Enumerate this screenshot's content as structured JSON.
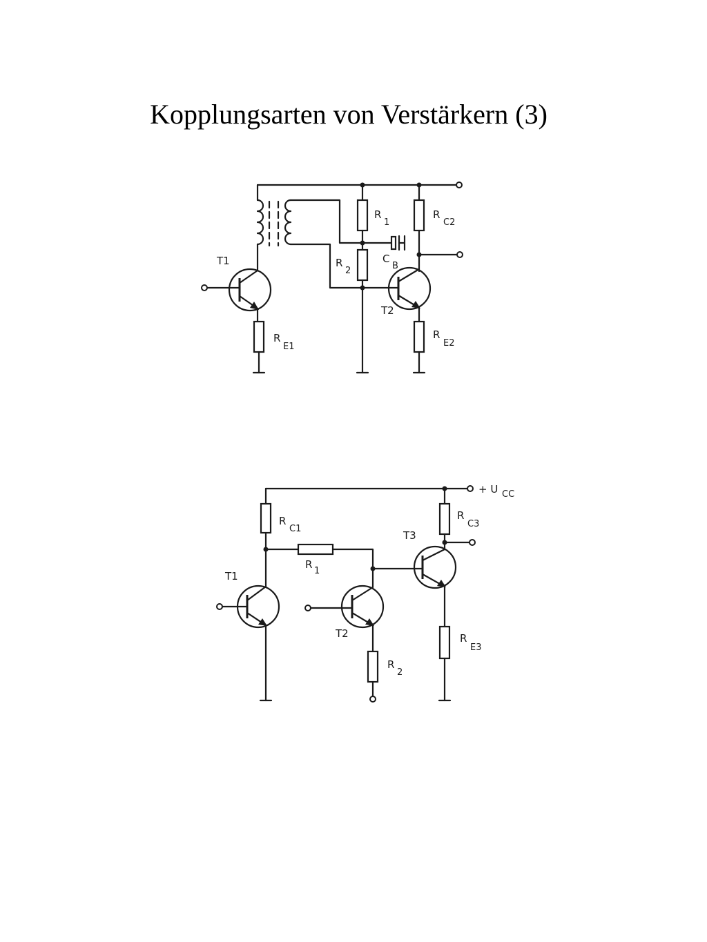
{
  "title": "Kopplungsarten von Verstärkern (3)",
  "diagram1": {
    "t1": "T1",
    "t2": "T2",
    "r1": {
      "main": "R",
      "sub": "1"
    },
    "r2": {
      "main": "R",
      "sub": "2"
    },
    "rc2": {
      "main": "R",
      "sub": "C2"
    },
    "re1": {
      "main": "R",
      "sub": "E1"
    },
    "re2": {
      "main": "R",
      "sub": "E2"
    },
    "cb": {
      "main": "C",
      "sub": "B"
    }
  },
  "diagram2": {
    "ucc": {
      "main": "+ U",
      "sub": "CC"
    },
    "t1": "T1",
    "t2": "T2",
    "t3": "T3",
    "rc1": {
      "main": "R",
      "sub": "C1"
    },
    "rc3": {
      "main": "R",
      "sub": "C3"
    },
    "r1": {
      "main": "R",
      "sub": "1"
    },
    "r2": {
      "main": "R",
      "sub": "2"
    },
    "re3": {
      "main": "R",
      "sub": "E3"
    }
  }
}
